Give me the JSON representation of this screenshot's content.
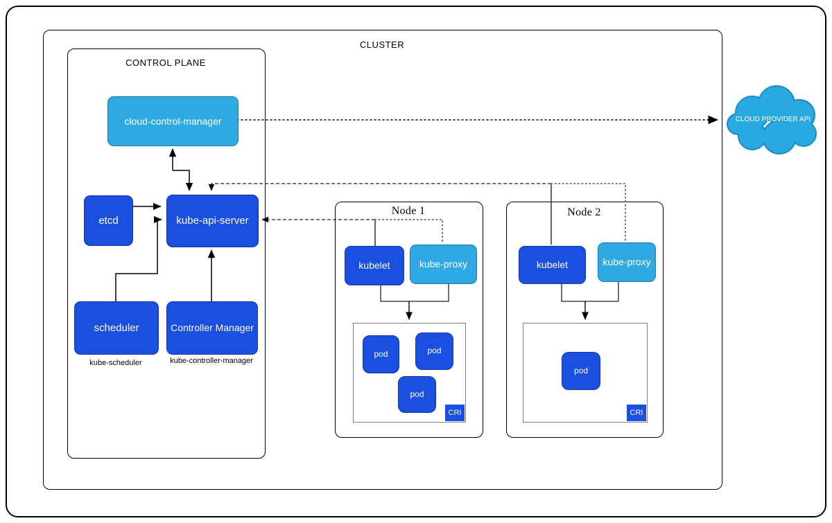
{
  "diagram": {
    "cluster_label": "CLUSTER",
    "control_plane": {
      "label": "CONTROL PLANE",
      "cloud_control_manager": "cloud-control-manager",
      "etcd": "etcd",
      "kube_api_server": "kube-api-server",
      "scheduler": "scheduler",
      "scheduler_caption": "kube-scheduler",
      "controller_manager": "Controller Manager",
      "controller_manager_caption": "kube-controller-manager"
    },
    "nodes": [
      {
        "title": "Node 1",
        "kubelet": "kubelet",
        "kube_proxy": "kube-proxy",
        "pods": [
          "pod",
          "pod",
          "pod"
        ],
        "cri": "CRI"
      },
      {
        "title": "Node 2",
        "kubelet": "kubelet",
        "kube_proxy": "kube-proxy",
        "pods": [
          "pod"
        ],
        "cri": "CRI"
      }
    ],
    "cloud_provider_api": "CLOUD PROVIDER API",
    "colors": {
      "primary_blue": "#1A4FE0",
      "primary_blue_border": "#1233AC",
      "light_blue": "#2FA9E1",
      "light_blue_border": "#1879B8",
      "cloud_blue": "#29A9E0",
      "line_black": "#000000",
      "dotted_gray": "#666666"
    }
  }
}
